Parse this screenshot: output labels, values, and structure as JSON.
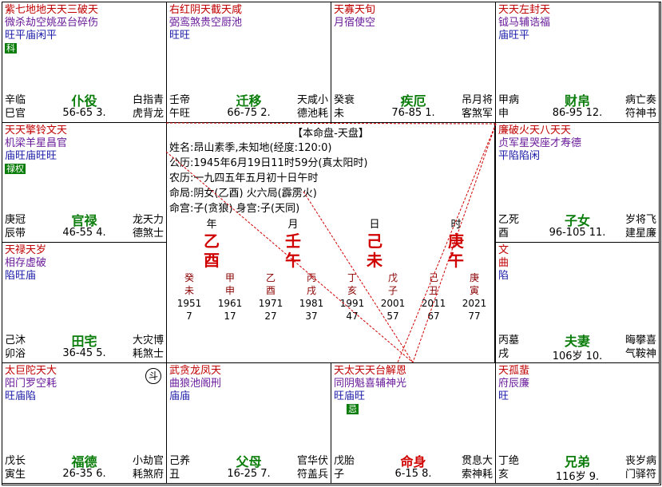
{
  "center": {
    "title": "【本命盘-天盘】",
    "lines": [
      "姓名:昂山素季,未知地(经度:120:0)",
      "公历:1945年6月19日11时59分(真太阳时)",
      "农历:一九四五年五月初十日午时",
      "命局:阴女(乙酉)    火六局(霹雳火)",
      "命宫:子(贪狼)      身宫:子(天同)"
    ],
    "pillars": [
      {
        "label": "年",
        "gan": "乙",
        "zhi": "酉"
      },
      {
        "label": "月",
        "gan": "壬",
        "zhi": "午"
      },
      {
        "label": "日",
        "gan": "己",
        "zhi": "未"
      },
      {
        "label": "时",
        "gan": "庚",
        "zhi": "午"
      }
    ],
    "dayun": [
      {
        "gan": "癸",
        "zhi": "未",
        "year": "1951",
        "age": "7"
      },
      {
        "gan": "甲",
        "zhi": "申",
        "year": "1961",
        "age": "17"
      },
      {
        "gan": "乙",
        "zhi": "酉",
        "year": "1971",
        "age": "27"
      },
      {
        "gan": "丙",
        "zhi": "戌",
        "year": "1981",
        "age": "37"
      },
      {
        "gan": "丁",
        "zhi": "亥",
        "year": "1991",
        "age": "47"
      },
      {
        "gan": "戊",
        "zhi": "子",
        "year": "2001",
        "age": "57"
      },
      {
        "gan": "己",
        "zhi": "丑",
        "year": "2011",
        "age": "67"
      },
      {
        "gan": "庚",
        "zhi": "寅",
        "year": "2021",
        "age": "77"
      }
    ]
  },
  "palaces": {
    "si": {
      "r1": "紫七地地天天三破天",
      "r2": "微杀劫空姚巫台碎伤",
      "r3": "旺平庙闲平",
      "r4": "科",
      "l1": "辛临",
      "l2": "巳官",
      "name": "仆役",
      "range": "56-65 3.",
      "r_a": "白指青",
      "r_b": "虎背龙"
    },
    "wu": {
      "r1": "右红阴天截天咸",
      "r2": "弼鸾煞贵空厨池",
      "r3": "旺旺",
      "r4": "",
      "l1": "壬帝",
      "l2": "午旺",
      "name": "迁移",
      "range": "66-75 2.",
      "r_a": "天咸小",
      "r_b": "德池耗"
    },
    "wei": {
      "r1": "天寡天旬",
      "r2": "月宿使空",
      "r3": "",
      "r4": "",
      "l1": "癸衰",
      "l2": "未",
      "name": "疾厄",
      "range": "76-85 1.",
      "r_a": "吊月将",
      "r_b": "客煞军"
    },
    "shen": {
      "r1": "天天左封天",
      "r2": "钺马辅诰福",
      "r3": "庙旺平",
      "r4": "",
      "l1": "甲病",
      "l2": "申",
      "name": "财帛",
      "range": "86-95 12.",
      "r_a": "病亡奏",
      "r_b": "符神书"
    },
    "chen": {
      "r1": "天天擎铃文天",
      "r2": "机梁羊星昌官",
      "r3": "庙旺庙旺旺",
      "r4": "禄权",
      "l1": "庚冠",
      "l2": "辰带",
      "name": "官禄",
      "range": "46-55 4.",
      "r_a": "龙天力",
      "r_b": "德煞士"
    },
    "you": {
      "r1": "廉破火天八天天",
      "r2": "贞军星哭座才寿德",
      "r3": "平陷陷闲",
      "r4": "",
      "l1": "乙死",
      "l2": "酉",
      "name": "子女",
      "range": "96-105 11.",
      "r_a": "岁将飞",
      "r_b": "建星廉"
    },
    "mao": {
      "r1": "天禄天岁",
      "r2": "相存虚破",
      "r3": "陷旺庙",
      "r4": "",
      "l1": "己沐",
      "l2": "卯浴",
      "name": "田宅",
      "range": "36-45 5.",
      "r_a": "大灾博",
      "r_b": "耗煞士"
    },
    "xu": {
      "r1": "文",
      "r2": "曲",
      "r3": "陷",
      "r4": "",
      "l1": "丙墓",
      "l2": "戌",
      "name": "夫妻",
      "range": "106岁 10.",
      "r_a": "晦攀喜",
      "r_b": "气鞍神"
    },
    "yin": {
      "r1": "太巨陀天大",
      "r2": "阳门罗空耗",
      "r3": "旺庙陷",
      "r4": "",
      "l1": "戊长",
      "l2": "寅生",
      "name": "福德",
      "range": "26-35 6.",
      "r_a": "小劫官",
      "r_b": "耗煞府",
      "dou": "斗"
    },
    "chou": {
      "r1": "武贪龙凤天",
      "r2": "曲狼池阁刑",
      "r3": "庙庙",
      "r4": "",
      "l1": "己养",
      "l2": "丑",
      "name": "父母",
      "range": "16-25 7.",
      "r_a": "官华伏",
      "r_b": "符盖兵"
    },
    "zi": {
      "r1": "天太天天台解恩",
      "r2": "同阴魁喜辅神光",
      "r3": "旺庙旺",
      "r4": "忌",
      "l1": "戊胎",
      "l2": "子",
      "name": "命身",
      "range": "6-15 8.",
      "r_a": "贯息大",
      "r_b": "索神耗"
    },
    "hai": {
      "r1": "天孤蜚",
      "r2": "府辰廉",
      "r3": "旺",
      "r4": "",
      "l1": "丁绝",
      "l2": "亥",
      "name": "兄弟",
      "range": "116岁 9.",
      "r_a": "丧岁病",
      "r_b": "门驿符"
    }
  },
  "colors": {
    "ganzhi": "#d00000",
    "palace_name": "#0a7d0a",
    "line": "#d00000"
  }
}
